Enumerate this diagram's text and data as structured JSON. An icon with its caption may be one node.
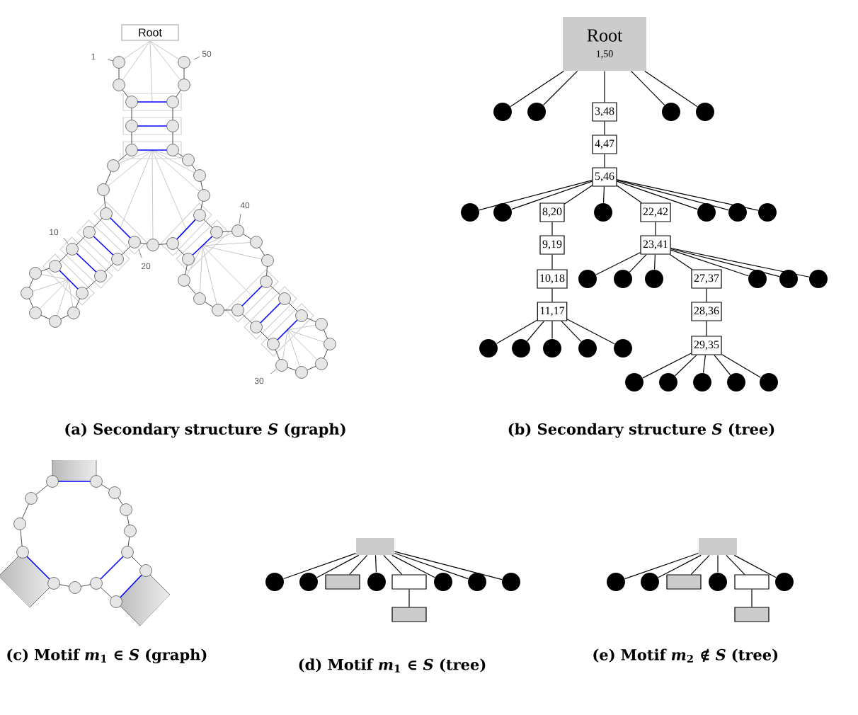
{
  "diagram": {
    "nodes": [
      {
        "text": [
          "Root"
        ]
      },
      {
        "text": [
          "Root",
          "1,50"
        ]
      },
      {
        "text": [],
        "shape": "circle"
      },
      {
        "text": [],
        "shape": "circle"
      },
      {
        "text": [
          "3,48"
        ]
      },
      {
        "text": [],
        "shape": "circle"
      },
      {
        "text": [],
        "shape": "circle"
      },
      {
        "text": [
          "4,47"
        ]
      },
      {
        "text": [
          "5,46"
        ]
      },
      {
        "text": [],
        "shape": "circle"
      },
      {
        "text": [],
        "shape": "circle"
      },
      {
        "text": [
          "8,20"
        ]
      },
      {
        "text": [],
        "shape": "circle"
      },
      {
        "text": [
          "22,42"
        ]
      },
      {
        "text": [],
        "shape": "circle"
      },
      {
        "text": [],
        "shape": "circle"
      },
      {
        "text": [],
        "shape": "circle"
      },
      {
        "text": [
          "9,19"
        ]
      },
      {
        "text": [
          "23,41"
        ]
      },
      {
        "text": [
          "10,18"
        ]
      },
      {
        "text": [],
        "shape": "circle"
      },
      {
        "text": [],
        "shape": "circle"
      },
      {
        "text": [],
        "shape": "circle"
      },
      {
        "text": [
          "27,37"
        ]
      },
      {
        "text": [],
        "shape": "circle"
      },
      {
        "text": [],
        "shape": "circle"
      },
      {
        "text": [],
        "shape": "circle"
      },
      {
        "text": [
          "11,17"
        ]
      },
      {
        "text": [
          "28,36"
        ]
      },
      {
        "text": [],
        "shape": "circle"
      },
      {
        "text": [],
        "shape": "circle"
      },
      {
        "text": [],
        "shape": "circle"
      },
      {
        "text": [],
        "shape": "circle"
      },
      {
        "text": [],
        "shape": "circle"
      },
      {
        "text": [
          "29,35"
        ]
      },
      {
        "text": [],
        "shape": "circle"
      },
      {
        "text": [],
        "shape": "circle"
      },
      {
        "text": [],
        "shape": "circle"
      },
      {
        "text": [],
        "shape": "circle"
      },
      {
        "text": [],
        "shape": "circle"
      },
      {
        "text": [],
        "shape": "box"
      },
      {
        "text": [],
        "shape": "circle"
      },
      {
        "text": [],
        "shape": "circle"
      },
      {
        "text": [],
        "shape": "box"
      },
      {
        "text": [],
        "shape": "circle"
      },
      {
        "text": [],
        "shape": "box"
      },
      {
        "text": [],
        "shape": "circle"
      },
      {
        "text": [],
        "shape": "circle"
      },
      {
        "text": [],
        "shape": "circle"
      },
      {
        "text": [],
        "shape": "box"
      },
      {
        "text": [],
        "shape": "box"
      },
      {
        "text": [],
        "shape": "circle"
      },
      {
        "text": [],
        "shape": "circle"
      },
      {
        "text": [],
        "shape": "box"
      },
      {
        "text": [],
        "shape": "circle"
      },
      {
        "text": [],
        "shape": "box"
      },
      {
        "text": [],
        "shape": "circle"
      },
      {
        "text": [],
        "shape": "box"
      }
    ],
    "edges": [
      {
        "from": 1,
        "to": 2,
        "arrow": "none"
      },
      {
        "from": 1,
        "to": 3,
        "arrow": "none"
      },
      {
        "from": 1,
        "to": 4,
        "arrow": "none"
      },
      {
        "from": 1,
        "to": 5,
        "arrow": "none"
      },
      {
        "from": 1,
        "to": 6,
        "arrow": "none"
      },
      {
        "from": 4,
        "to": 7,
        "arrow": "none"
      },
      {
        "from": 7,
        "to": 8,
        "arrow": "none"
      },
      {
        "from": 8,
        "to": 9,
        "arrow": "none"
      },
      {
        "from": 8,
        "to": 10,
        "arrow": "none"
      },
      {
        "from": 8,
        "to": 11,
        "arrow": "none"
      },
      {
        "from": 8,
        "to": 12,
        "arrow": "none"
      },
      {
        "from": 8,
        "to": 13,
        "arrow": "none"
      },
      {
        "from": 8,
        "to": 14,
        "arrow": "none"
      },
      {
        "from": 8,
        "to": 15,
        "arrow": "none"
      },
      {
        "from": 8,
        "to": 16,
        "arrow": "none"
      },
      {
        "from": 11,
        "to": 17,
        "arrow": "none"
      },
      {
        "from": 17,
        "to": 19,
        "arrow": "none"
      },
      {
        "from": 19,
        "to": 27,
        "arrow": "none"
      },
      {
        "from": 27,
        "to": 29,
        "arrow": "none"
      },
      {
        "from": 27,
        "to": 30,
        "arrow": "none"
      },
      {
        "from": 27,
        "to": 31,
        "arrow": "none"
      },
      {
        "from": 27,
        "to": 32,
        "arrow": "none"
      },
      {
        "from": 27,
        "to": 33,
        "arrow": "none"
      },
      {
        "from": 13,
        "to": 18,
        "arrow": "none"
      },
      {
        "from": 18,
        "to": 20,
        "arrow": "none"
      },
      {
        "from": 18,
        "to": 21,
        "arrow": "none"
      },
      {
        "from": 18,
        "to": 22,
        "arrow": "none"
      },
      {
        "from": 18,
        "to": 23,
        "arrow": "none"
      },
      {
        "from": 18,
        "to": 24,
        "arrow": "none"
      },
      {
        "from": 18,
        "to": 25,
        "arrow": "none"
      },
      {
        "from": 18,
        "to": 26,
        "arrow": "none"
      },
      {
        "from": 23,
        "to": 28,
        "arrow": "none"
      },
      {
        "from": 28,
        "to": 34,
        "arrow": "none"
      },
      {
        "from": 34,
        "to": 35,
        "arrow": "none"
      },
      {
        "from": 34,
        "to": 36,
        "arrow": "none"
      },
      {
        "from": 34,
        "to": 37,
        "arrow": "none"
      },
      {
        "from": 34,
        "to": 38,
        "arrow": "none"
      },
      {
        "from": 34,
        "to": 39,
        "arrow": "none"
      },
      {
        "from": 40,
        "to": 41,
        "arrow": "none"
      },
      {
        "from": 40,
        "to": 42,
        "arrow": "none"
      },
      {
        "from": 40,
        "to": 43,
        "arrow": "none"
      },
      {
        "from": 40,
        "to": 44,
        "arrow": "none"
      },
      {
        "from": 40,
        "to": 45,
        "arrow": "none"
      },
      {
        "from": 40,
        "to": 46,
        "arrow": "none"
      },
      {
        "from": 40,
        "to": 47,
        "arrow": "none"
      },
      {
        "from": 40,
        "to": 48,
        "arrow": "none"
      },
      {
        "from": 45,
        "to": 49,
        "arrow": "none"
      },
      {
        "from": 50,
        "to": 51,
        "arrow": "none"
      },
      {
        "from": 50,
        "to": 52,
        "arrow": "none"
      },
      {
        "from": 50,
        "to": 53,
        "arrow": "none"
      },
      {
        "from": 50,
        "to": 54,
        "arrow": "none"
      },
      {
        "from": 50,
        "to": 55,
        "arrow": "none"
      },
      {
        "from": 50,
        "to": 56,
        "arrow": "none"
      },
      {
        "from": 55,
        "to": 57,
        "arrow": "none"
      }
    ],
    "labels": [
      "1",
      "50",
      "40",
      "10",
      "20",
      "30",
      "(a) Secondary structure *S* (graph)",
      "(b) Secondary structure *S* (tree)",
      "(c) Motif *m*$_{1}$ ∈ *S* (graph)",
      "(d) Motif *m*$_{1}$ ∈ *S* (tree)",
      "(e) Motif *m*$_{2}$ ∉ *S* (tree)"
    ]
  }
}
